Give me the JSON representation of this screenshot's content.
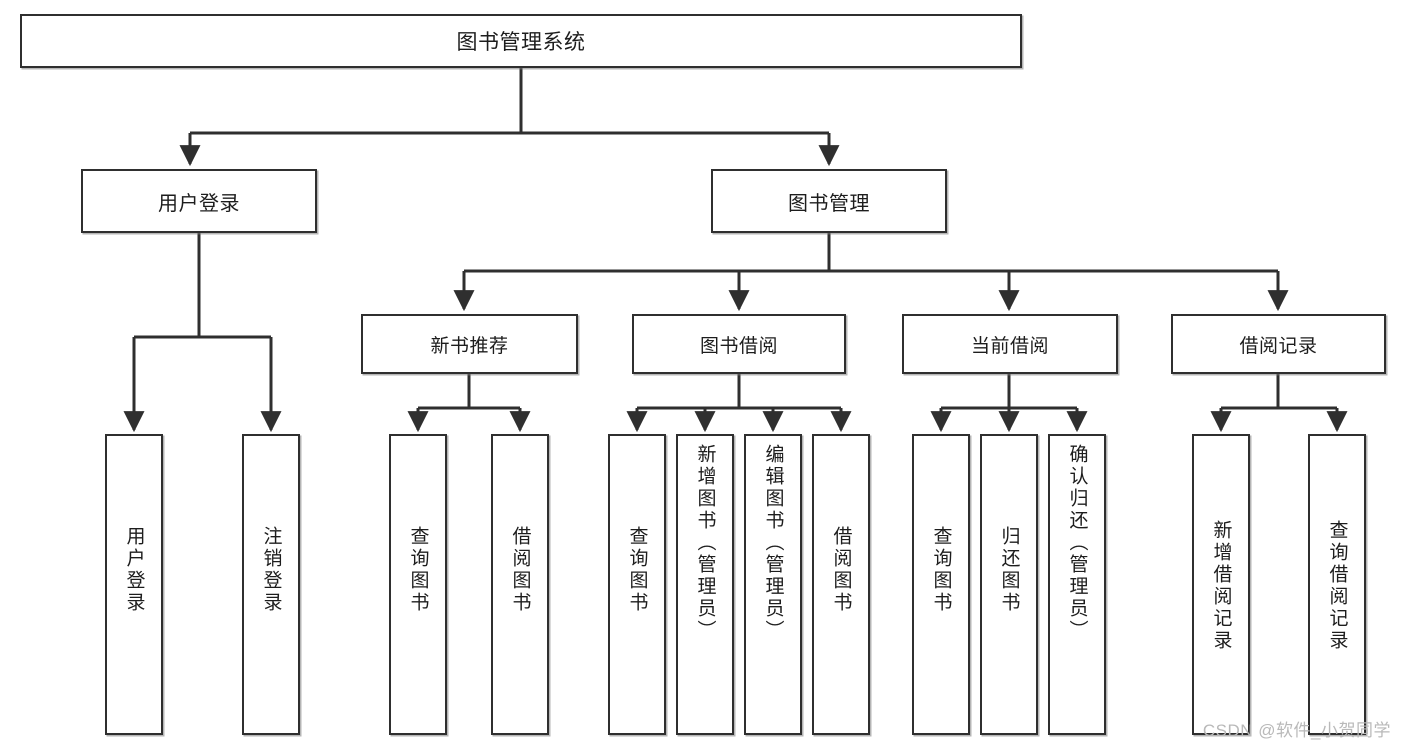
{
  "diagram": {
    "title": "图书管理系统",
    "watermark": "CSDN @软件_小贺同学",
    "line_color": "#2f2f2f",
    "box_fill": "#ffffff",
    "text_color": "#1d1d1d",
    "watermark_color": "#b9b9b9"
  },
  "nodes": {
    "root": {
      "label": "图书管理系统"
    },
    "level2": [
      {
        "label": "用户登录"
      },
      {
        "label": "图书管理"
      }
    ],
    "level3": [
      {
        "label": "新书推荐"
      },
      {
        "label": "图书借阅"
      },
      {
        "label": "当前借阅"
      },
      {
        "label": "借阅记录"
      }
    ],
    "leaves": {
      "user_login": [
        {
          "label": "用户登录"
        },
        {
          "label": "注销登录"
        }
      ],
      "new_book": [
        {
          "label": "查询图书"
        },
        {
          "label": "借阅图书"
        }
      ],
      "book_borrow": [
        {
          "label": "查询图书"
        },
        {
          "label": "新增图书（管理员）"
        },
        {
          "label": "编辑图书（管理员）"
        },
        {
          "label": "借阅图书"
        }
      ],
      "current_borrow": [
        {
          "label": "查询图书"
        },
        {
          "label": "归还图书"
        },
        {
          "label": "确认归还（管理员）"
        }
      ],
      "borrow_record": [
        {
          "label": "新增借阅记录"
        },
        {
          "label": "查询借阅记录"
        }
      ]
    }
  }
}
